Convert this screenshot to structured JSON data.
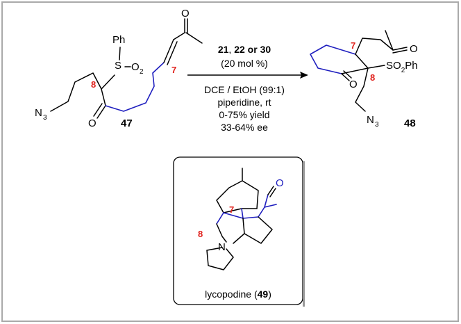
{
  "reactant": {
    "id": "47",
    "ph": "Ph",
    "s": "S",
    "so2_o": "O",
    "so2_sub": "2",
    "ketone_o": "O",
    "enone_o": "O",
    "azide_n": "N",
    "azide_sub": "3",
    "loc8": "8",
    "loc7": "7"
  },
  "conditions": {
    "catalysts_a": "21",
    "catalysts_sep1": ", ",
    "catalysts_b": "22",
    "catalysts_sep2": " or ",
    "catalysts_c": "30",
    "loading": "(20 mol %)",
    "solvent": "DCE / EtOH (99:1)",
    "additive": "piperidine, rt",
    "yield": "0-75% yield",
    "ee": "33-64% ee"
  },
  "product": {
    "id": "48",
    "loc7": "7",
    "loc8": "8",
    "ketone_o": "O",
    "ring_o": "O",
    "so2ph_pre": "SO",
    "so2ph_sub": "2",
    "so2ph_post": "Ph",
    "azide_n": "N",
    "azide_sub": "3"
  },
  "natural_product": {
    "name": "lycopodine (",
    "id": "49",
    "close": ")",
    "loc7": "7",
    "loc8": "8",
    "n": "N",
    "o": "O"
  },
  "colors": {
    "highlight_bonds": "#1f1fbf",
    "locant_numbers": "#e0201b",
    "frame": "#aaaaaa"
  }
}
